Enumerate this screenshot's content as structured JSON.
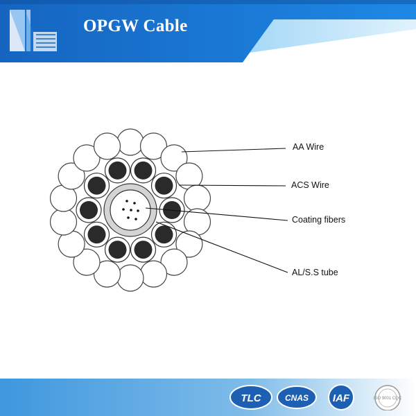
{
  "header": {
    "title": "OPGW Cable",
    "colors": {
      "dark_blue": "#1a6fc0",
      "light_blue": "#7fc6f0"
    }
  },
  "diagram": {
    "labels": {
      "aa_wire": "AA Wire",
      "acs_wire": "ACS Wire",
      "coating_fibers": "Coating fibers",
      "tube": "AL/S.S tube"
    },
    "colors": {
      "wire_outline": "#444444",
      "acs_core": "#2a2a2a",
      "tube_ring": "#bdbdbd"
    }
  },
  "footer": {
    "badges": [
      {
        "text": "TLC",
        "icon": "tlc-logo-icon"
      },
      {
        "text": "CNAS",
        "icon": "cnas-logo-icon"
      },
      {
        "text": "IAF",
        "icon": "iaf-logo-icon"
      },
      {
        "text": "ISO 9001 CQC",
        "icon": "iso-certification-icon"
      }
    ],
    "colors": {
      "band": "#2e86d4",
      "badge_blue": "#1c5fb3"
    }
  }
}
